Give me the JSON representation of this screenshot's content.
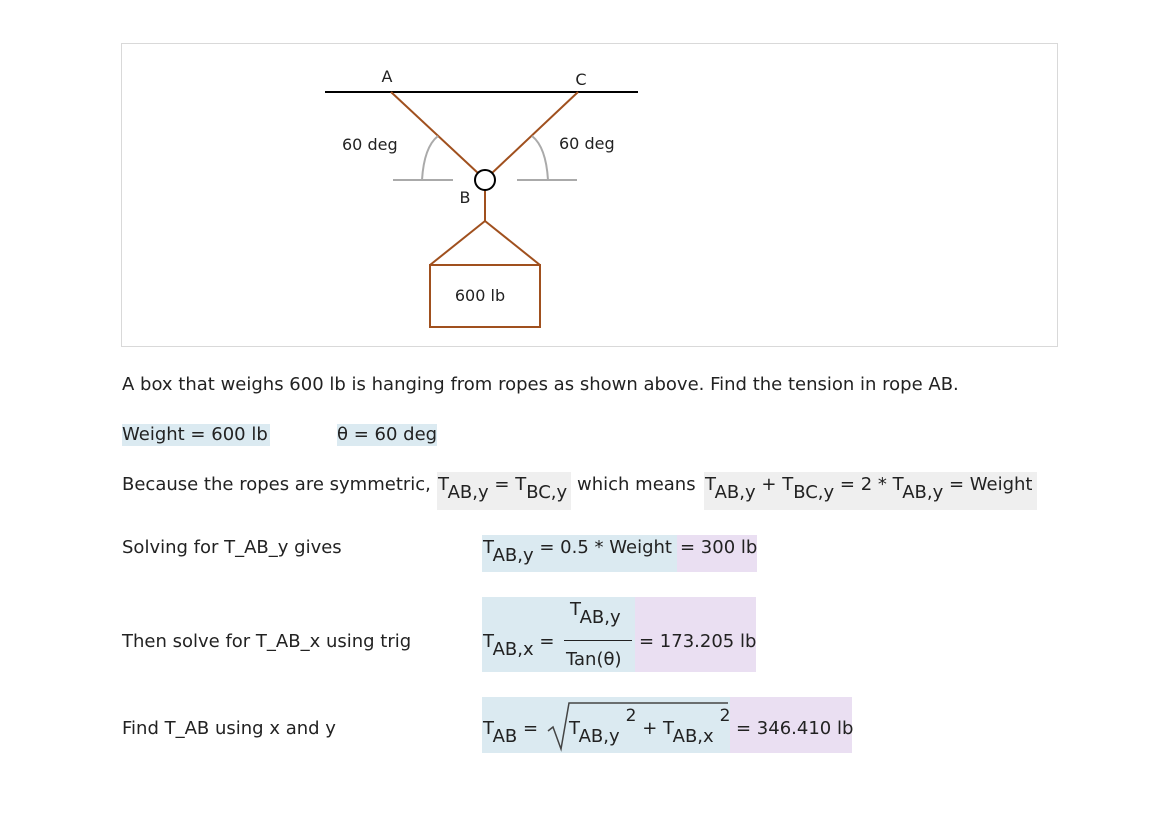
{
  "diagram": {
    "label_a": "A",
    "label_c": "C",
    "label_b": "B",
    "angle_left": "60 deg",
    "angle_right": "60 deg",
    "box_weight": "600 lb",
    "colors": {
      "rope": "#a0501e",
      "ceiling": "#000000",
      "ground_ref": "#aaaaaa"
    }
  },
  "problem_statement": "A box that weighs 600 lb is hanging from ropes as shown above. Find the tension in rope AB.",
  "givens": {
    "weight": "Weight = 600 lb",
    "theta": "θ = 60 deg"
  },
  "symmetry": {
    "lead": "Because the ropes are symmetric,",
    "middle": "which means",
    "eq1": {
      "t1": "T",
      "s1": "AB,y",
      "eq": " = ",
      "t2": "T",
      "s2": "BC,y"
    },
    "eq2": {
      "t1": "T",
      "s1": "AB,y",
      "plus": " + ",
      "t2": "T",
      "s2": "BC,y",
      "mid": " = 2 * ",
      "t3": "T",
      "s3": "AB,y",
      "end": " = Weight"
    }
  },
  "step_y": {
    "label": "Solving for T_AB_y gives",
    "t": "T",
    "s": "AB,y",
    "expr": " = 0.5 * Weight",
    "result": "= 300 lb"
  },
  "step_x": {
    "label": "Then solve for T_AB_x using trig",
    "t": "T",
    "s": "AB,x",
    "eq": " =",
    "num_t": "T",
    "num_s": "AB,y",
    "den": "Tan(θ)",
    "result": "= 173.205 lb"
  },
  "step_ab": {
    "label": "Find T_AB using x and y",
    "t": "T",
    "s": "AB",
    "eq": " =",
    "r1_t": "T",
    "r1_s": "AB,y",
    "r1_p": "2",
    "plus": " + ",
    "r2_t": "T",
    "r2_s": "AB,x",
    "r2_p": "2",
    "result": "= 346.410 lb"
  }
}
